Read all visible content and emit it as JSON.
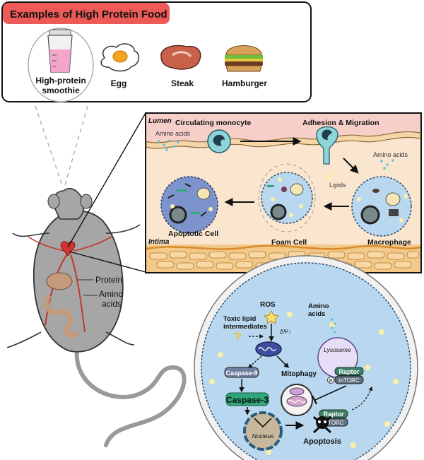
{
  "food_panel": {
    "title": "Examples of High Protein Food",
    "items": [
      {
        "label_line1": "High-protein",
        "label_line2": "smoothie"
      },
      {
        "label_line1": "Egg"
      },
      {
        "label_line1": "Steak"
      },
      {
        "label_line1": "Hamburger"
      }
    ]
  },
  "mouse": {
    "protein_label": "Protein",
    "amino_line1": "Amino",
    "amino_line2": "acids"
  },
  "vessel_panel": {
    "lumen": "Lumen",
    "intima": "Intima",
    "circulating_monocyte": "Circulating monocyte",
    "adhesion_migration": "Adhesion & Migration",
    "amino_acids_left": "Amino acids",
    "amino_acids_right": "Amino acids",
    "lipids": "Lipids",
    "apoptotic_cell": "Apoptotic Cell",
    "foam_cell": "Foam Cell",
    "macrophage": "Macrophage"
  },
  "cell_detail": {
    "ros": "ROS",
    "toxic_line1": "Toxic lipid",
    "toxic_line2": "intermediates",
    "delta_psi": "ΔΨ↓",
    "amino_line1": "Amino",
    "amino_line2": "acids",
    "lysosome": "Lysosome",
    "mitophagy": "Mitophagy",
    "caspase9": "Caspase-9",
    "caspase3": "Caspase-3",
    "raptor_top": "Raptor",
    "mtorc_top": "mTORC",
    "raptor_bottom": "Raptor",
    "mtorc_bottom": "mTORC",
    "nucleus": "Nucleus",
    "apoptosis": "Apoptosis",
    "phospho": "P"
  },
  "colors": {
    "title_bar": "#ee5a57",
    "lumen": "#f6cfc8",
    "wall": "#fae6cf",
    "cell_blue": "#b9d7ef",
    "caspase": "#2fa77a",
    "raptor": "#3f7f66"
  }
}
